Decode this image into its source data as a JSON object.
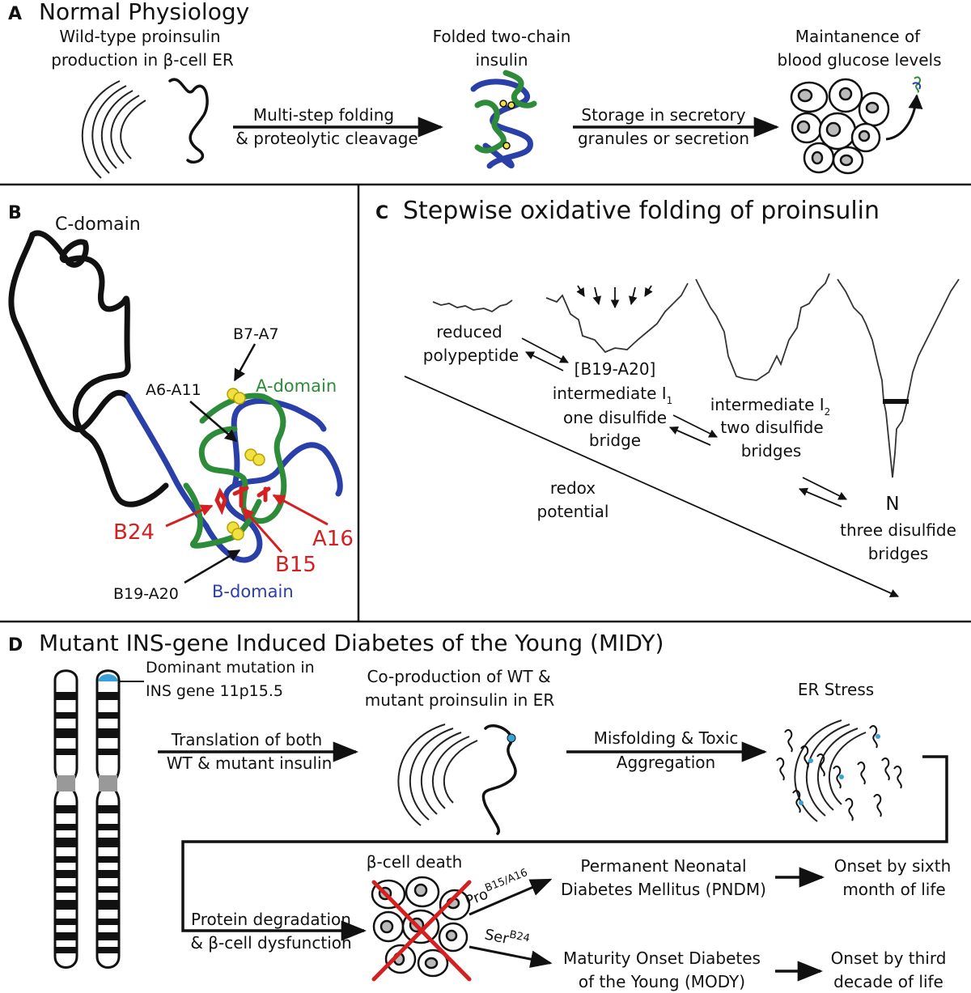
{
  "colors": {
    "a_chain": "#2e8b3a",
    "b_chain": "#2a3fa8",
    "c_chain": "#111111",
    "disulfide": "#f0e040",
    "mutation": "#d42020",
    "mutation_band": "#3aa0d8"
  },
  "panel_a": {
    "letter": "A",
    "title": "Normal Physiology",
    "step1_line1": "Wild-type proinsulin",
    "step1_line2": "production in β-cell ER",
    "arrow1_line1": "Multi-step folding",
    "arrow1_line2": "& proteolytic cleavage",
    "step2_line1": "Folded two-chain",
    "step2_line2": "insulin",
    "arrow2_line1": "Storage in secretory",
    "arrow2_line2": "granules or secretion",
    "step3_line1": "Maintanence of",
    "step3_line2": "blood glucose levels"
  },
  "panel_b": {
    "letter": "B",
    "c_domain": "C-domain",
    "a_domain": "A-domain",
    "b_domain": "B-domain",
    "bond_b7a7": "B7-A7",
    "bond_a6a11": "A6-A11",
    "bond_b19a20": "B19-A20",
    "res_b24": "B24",
    "res_b15": "B15",
    "res_a16": "A16"
  },
  "panel_c": {
    "letter": "C",
    "title": "Stepwise oxidative folding of proinsulin",
    "reduced_line1": "reduced",
    "reduced_line2": "polypeptide",
    "i1_line1": "[B19-A20]",
    "i1_line2": "intermediate I",
    "i1_sub": "1",
    "i1_line3": "one disulfide",
    "i1_line4": "bridge",
    "i2_line1": "intermediate I",
    "i2_sub": "2",
    "i2_line2": "two disulfide",
    "i2_line3": "bridges",
    "redox_line1": "redox",
    "redox_line2": "potential",
    "native": "N",
    "native_line1": "three disulfide",
    "native_line2": "bridges"
  },
  "panel_d": {
    "letter": "D",
    "title": "Mutant INS-gene Induced Diabetes of the Young (MIDY)",
    "mutation_line1": "Dominant mutation in",
    "mutation_line2": "INS gene 11p15.5",
    "arrow1_line1": "Translation of both",
    "arrow1_line2": "WT & mutant insulin",
    "coprod_line1": "Co-production of WT &",
    "coprod_line2": "mutant proinsulin in ER",
    "arrow2_line1": "Misfolding & Toxic",
    "arrow2_line2": "Aggregation",
    "er_stress": "ER Stress",
    "beta_death": "β-cell death",
    "degradation_line1": "Protein degradation",
    "degradation_line2": "& β-cell dysfunction",
    "pro_base": "Pro",
    "pro_sup": "B15/A16",
    "ser_base": "Ser",
    "ser_sup": "B24",
    "pndm_line1": "Permanent Neonatal",
    "pndm_line2": "Diabetes Mellitus (PNDM)",
    "pndm_onset_line1": "Onset by sixth",
    "pndm_onset_line2": "month of life",
    "mody_line1": "Maturity Onset Diabetes",
    "mody_line2": "of the Young (MODY)",
    "mody_onset_line1": "Onset by third",
    "mody_onset_line2": "decade of life"
  }
}
